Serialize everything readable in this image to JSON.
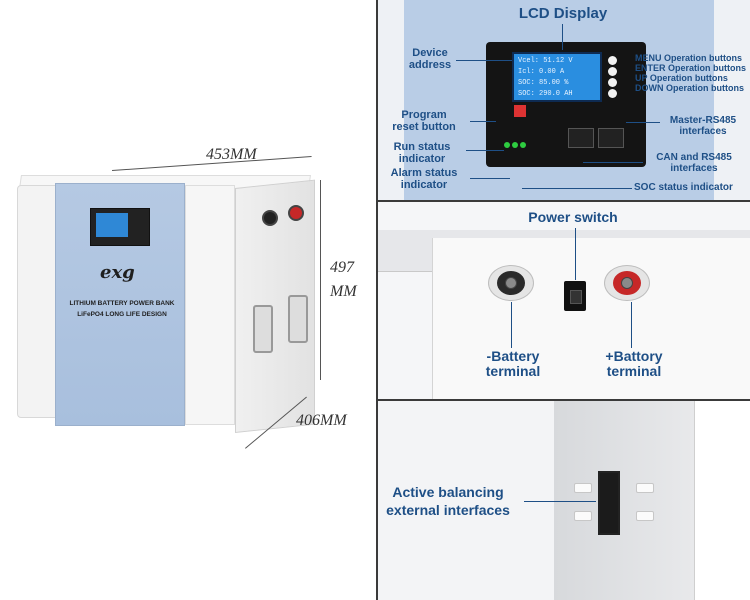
{
  "left_panel": {
    "dimension_width": "453MM",
    "dimension_height_value": "497",
    "dimension_height_unit": "MM",
    "dimension_depth": "406MM",
    "product_logo": "exg",
    "product_line1": "LITHIUM BATTERY POWER BANK",
    "product_line2": "LiFePO4 LONG LIFE DESIGN"
  },
  "top_right_panel": {
    "lcd_title": "LCD Display",
    "device_address": "Device\naddress",
    "program_reset": "Program\nreset button",
    "run_status": "Run status\nindicator",
    "alarm_status": "Alarm status\nindicator",
    "menu_buttons": "MENU Operation buttons",
    "enter_buttons": "ENTER Operation buttons",
    "up_buttons": "UP Operation buttons",
    "down_buttons": "DOWN Operation buttons",
    "master_rs485": "Master-RS485\ninterfaces",
    "can_rs485": "CAN and RS485\ninterfaces",
    "soc_status": "SOC status indicator",
    "lcd_lines": [
      "Vcel:  51.12 V",
      "Icl:    0.00 A",
      "SOC:   85.00 %",
      "SOC:  290.0 AH"
    ]
  },
  "middle_right_panel": {
    "power_switch": "Power switch",
    "neg_terminal": "-Battery\nterminal",
    "pos_terminal": "+Battory\nterminal"
  },
  "bottom_right_panel": {
    "balancing": "Active balancing\nexternal interfaces"
  },
  "colors": {
    "label_blue": "#1e4f86",
    "front_blue": "#b0c5e0",
    "lcd_blue": "#2a8ee0",
    "positive_red": "#c62828"
  }
}
